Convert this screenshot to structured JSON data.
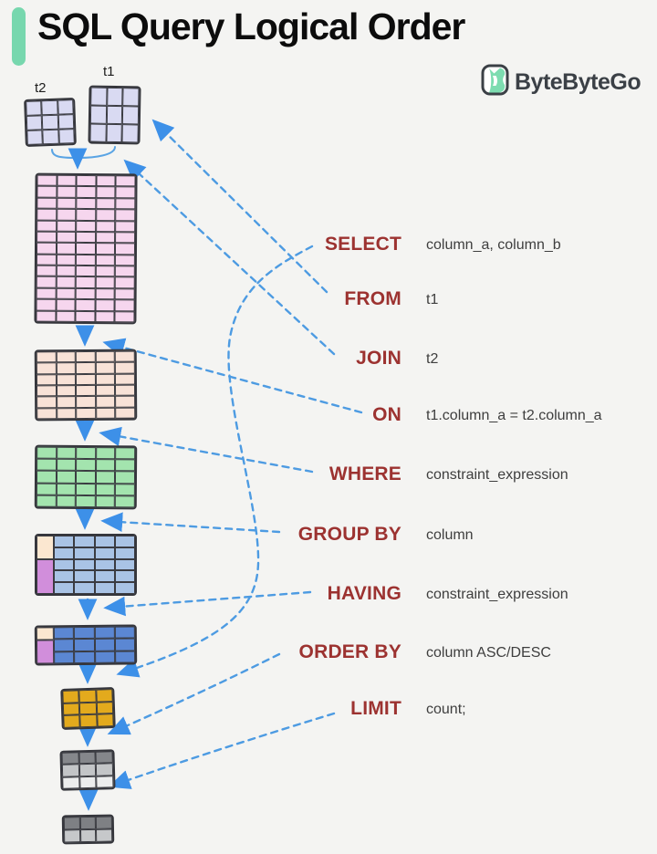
{
  "title": "SQL Query Logical Order",
  "brand": {
    "name": "ByteByteGo",
    "icon": "bytebytego-logo-icon"
  },
  "colors": {
    "accent_bar": "#77d7ae",
    "keyword": "#9c3230",
    "argument": "#3e3e3e",
    "arrow_blue": "#3d90e8",
    "dashed_blue": "#4d9be2",
    "brand_green": "#7ddcb0"
  },
  "clauses": [
    {
      "keyword": "SELECT",
      "argument": "column_a, column_b"
    },
    {
      "keyword": "FROM",
      "argument": "t1"
    },
    {
      "keyword": "JOIN",
      "argument": "t2"
    },
    {
      "keyword": "ON",
      "argument": "t1.column_a = t2.column_a"
    },
    {
      "keyword": "WHERE",
      "argument": "constraint_expression"
    },
    {
      "keyword": "GROUP BY",
      "argument": "column"
    },
    {
      "keyword": "HAVING",
      "argument": "constraint_expression"
    },
    {
      "keyword": "ORDER BY",
      "argument": "column ASC/DESC"
    },
    {
      "keyword": "LIMIT",
      "argument": "count;"
    }
  ],
  "diagram": {
    "tables": [
      {
        "name": "table-t2",
        "label": "t2",
        "cols": 3,
        "rows": 3,
        "cell_color": "#d9daf2"
      },
      {
        "name": "table-t1",
        "label": "t1",
        "cols": 3,
        "rows": 3,
        "cell_color": "#d9daf2"
      },
      {
        "name": "joined-table",
        "cols": 5,
        "rows": 13,
        "cell_color": "#f6d6ee"
      },
      {
        "name": "on-result-table",
        "cols": 5,
        "rows": 6,
        "cell_color": "#f8e2d7"
      },
      {
        "name": "where-result-table",
        "cols": 5,
        "rows": 5,
        "cell_color": "#a3e4ae"
      },
      {
        "name": "group-by-result-table",
        "cols": 5,
        "rows": 5,
        "cell_color": "#a9c3e5",
        "first_col": [
          {
            "color": "#fbe7d0",
            "span": 2
          },
          {
            "color": "#d18edb",
            "span": 3
          }
        ]
      },
      {
        "name": "having-result-table",
        "cols": 5,
        "rows": 3,
        "cell_color": "#5b87d3",
        "first_col": [
          {
            "color": "#fbe7d0",
            "span": 1
          },
          {
            "color": "#d18edb",
            "span": 2
          }
        ]
      },
      {
        "name": "select-result-table",
        "cols": 3,
        "rows": 3,
        "cell_color": "#e3aa1d"
      },
      {
        "name": "order-by-result-table",
        "cols": 3,
        "rows": 3,
        "row_colors": [
          "#85878b",
          "#c3c5c7",
          "#eceded"
        ]
      },
      {
        "name": "limit-result-table",
        "cols": 3,
        "rows": 2,
        "row_colors": [
          "#7e8084",
          "#c6c8ca"
        ]
      }
    ]
  }
}
